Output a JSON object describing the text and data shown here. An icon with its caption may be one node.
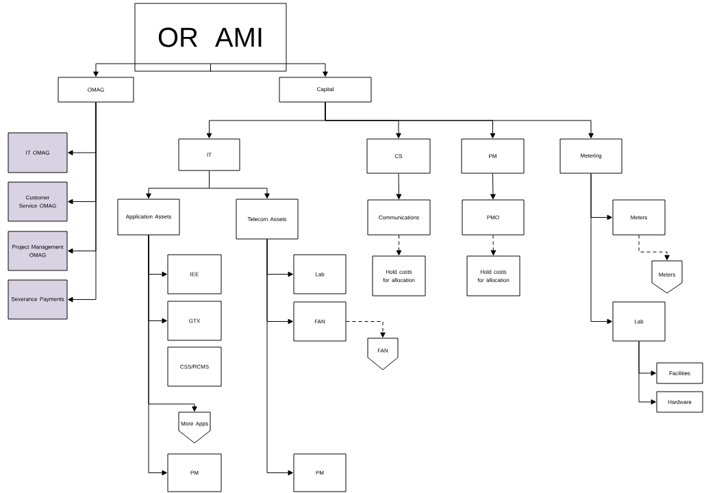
{
  "diagram": {
    "nodes": [
      {
        "text": [
          "OR AMI"
        ]
      },
      {
        "text": [
          "OMAG"
        ]
      },
      {
        "text": [
          "Capital"
        ]
      },
      {
        "text": [
          "IT OMAG"
        ]
      },
      {
        "text": [
          "Customer Service OMAG"
        ]
      },
      {
        "text": [
          "Project Management OMAG"
        ]
      },
      {
        "text": [
          "Severance Payments"
        ]
      },
      {
        "text": [
          "IT"
        ]
      },
      {
        "text": [
          "CS"
        ]
      },
      {
        "text": [
          "PM"
        ]
      },
      {
        "text": [
          "Metering"
        ]
      },
      {
        "text": [
          "Application Assets"
        ]
      },
      {
        "text": [
          "Telecom Assets"
        ]
      },
      {
        "text": [
          "Communications"
        ]
      },
      {
        "text": [
          "PMO"
        ]
      },
      {
        "text": [
          "Meters"
        ]
      },
      {
        "text": [
          "IEE"
        ]
      },
      {
        "text": [
          "Lab"
        ]
      },
      {
        "text": [
          "Hold costs for allocation"
        ]
      },
      {
        "text": [
          "Hold costs for allocation"
        ]
      },
      {
        "text": [
          "Meters"
        ]
      },
      {
        "text": [
          "GTX"
        ]
      },
      {
        "text": [
          "FAN"
        ]
      },
      {
        "text": [
          "Lab"
        ]
      },
      {
        "text": [
          "FAN"
        ]
      },
      {
        "text": [
          "CSS/RCMS"
        ]
      },
      {
        "text": [
          "Facilities"
        ]
      },
      {
        "text": [
          "Hardware"
        ]
      },
      {
        "text": [
          "More Apps"
        ]
      },
      {
        "text": [
          "PM"
        ]
      },
      {
        "text": [
          "PM"
        ]
      }
    ],
    "edges": [
      {
        "from": 0,
        "to": 1,
        "arrow": "to"
      },
      {
        "from": 0,
        "to": 2,
        "arrow": "to"
      },
      {
        "from": 1,
        "to": 3,
        "arrow": "to"
      },
      {
        "from": 1,
        "to": 4,
        "arrow": "to"
      },
      {
        "from": 1,
        "to": 5,
        "arrow": "to"
      },
      {
        "from": 1,
        "to": 6,
        "arrow": "to"
      },
      {
        "from": 2,
        "to": 7,
        "arrow": "to"
      },
      {
        "from": 2,
        "to": 8,
        "arrow": "to"
      },
      {
        "from": 2,
        "to": 9,
        "arrow": "to"
      },
      {
        "from": 2,
        "to": 10,
        "arrow": "to"
      },
      {
        "from": 7,
        "to": 11,
        "arrow": "to"
      },
      {
        "from": 7,
        "to": 12,
        "arrow": "to"
      },
      {
        "from": 8,
        "to": 13,
        "arrow": "to"
      },
      {
        "from": 9,
        "to": 14,
        "arrow": "to"
      },
      {
        "from": 13,
        "to": 18,
        "arrow": "to",
        "style": "dashed"
      },
      {
        "from": 14,
        "to": 19,
        "arrow": "to",
        "style": "dashed"
      },
      {
        "from": 10,
        "to": 15,
        "arrow": "to"
      },
      {
        "from": 10,
        "to": 23,
        "arrow": "to"
      },
      {
        "from": 15,
        "to": 20,
        "arrow": "to",
        "style": "dashed"
      },
      {
        "from": 11,
        "to": 16,
        "arrow": "to"
      },
      {
        "from": 11,
        "to": 21,
        "arrow": "to"
      },
      {
        "from": 11,
        "to": 28,
        "arrow": "to"
      },
      {
        "from": 11,
        "to": 29,
        "arrow": "to"
      },
      {
        "from": 12,
        "to": 17,
        "arrow": "to"
      },
      {
        "from": 12,
        "to": 22,
        "arrow": "to"
      },
      {
        "from": 12,
        "to": 30,
        "arrow": "to"
      },
      {
        "from": 22,
        "to": 24,
        "arrow": "to",
        "style": "dashed"
      },
      {
        "from": 23,
        "to": 26,
        "arrow": "to"
      },
      {
        "from": 23,
        "to": 27,
        "arrow": "to"
      }
    ]
  }
}
